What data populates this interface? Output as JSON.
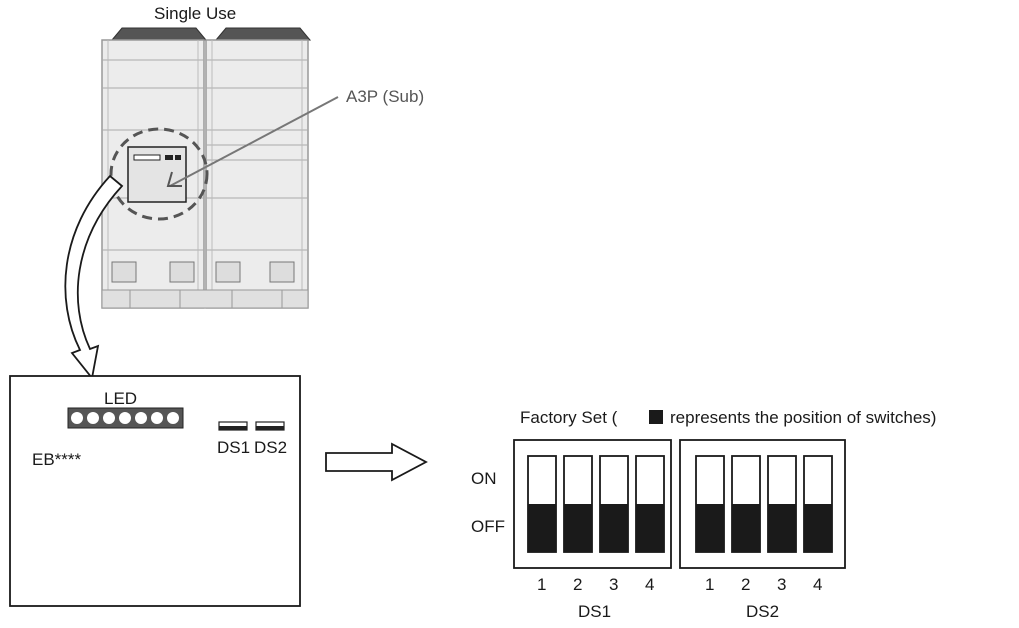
{
  "unit": {
    "title": "Single Use",
    "callout": "A3P (Sub)"
  },
  "board": {
    "led_label": "LED",
    "model_label": "EB****",
    "ds1_label": "DS1",
    "ds2_label": "DS2"
  },
  "factory": {
    "title_prefix": "Factory Set (",
    "title_suffix": "represents the position of switches)",
    "on_label": "ON",
    "off_label": "OFF",
    "groups": [
      {
        "name": "DS1",
        "switch_numbers": [
          "1",
          "2",
          "3",
          "4"
        ],
        "positions": [
          "OFF",
          "OFF",
          "OFF",
          "OFF"
        ]
      },
      {
        "name": "DS2",
        "switch_numbers": [
          "1",
          "2",
          "3",
          "4"
        ],
        "positions": [
          "OFF",
          "OFF",
          "OFF",
          "OFF"
        ]
      }
    ]
  },
  "colors": {
    "line": "#1a1a1a",
    "unit_fill": "#e8e8e8",
    "unit_stroke": "#9a9a9a",
    "callout_gray": "#555555"
  }
}
